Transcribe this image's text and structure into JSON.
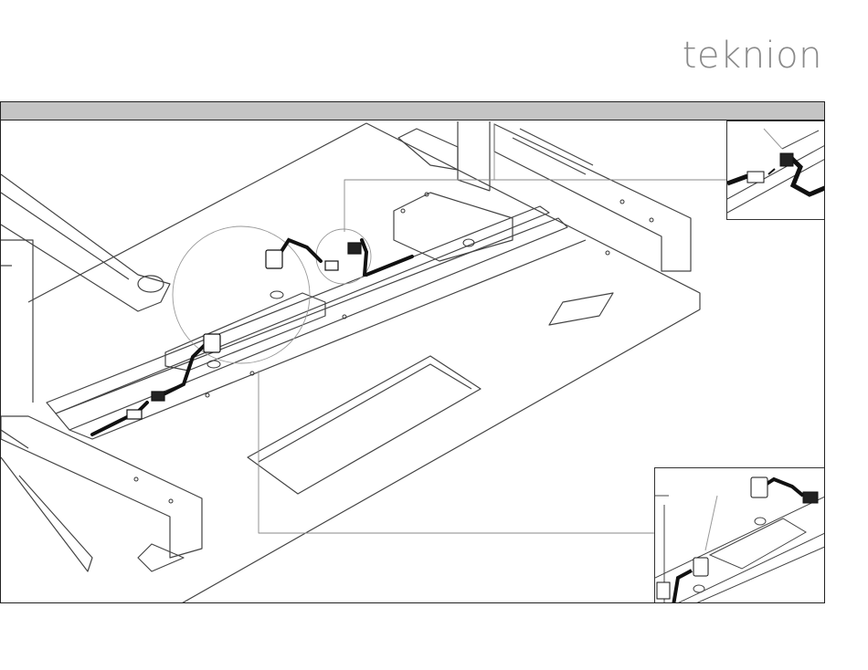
{
  "header": {
    "brand": "teknion",
    "brand_color": "#8a8a8a"
  },
  "panel": {
    "header_color": "#c4c4c4"
  },
  "diagram": {
    "description_icons": [
      "desk-frame",
      "cable",
      "power-connector",
      "grommet-hole"
    ]
  }
}
